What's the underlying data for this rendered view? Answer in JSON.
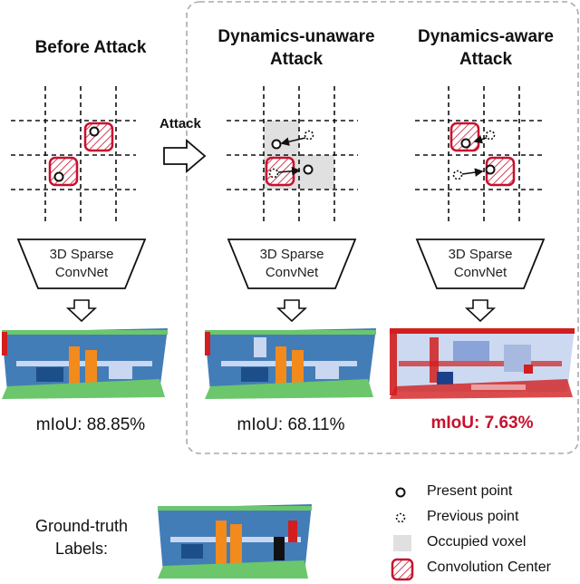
{
  "columns": [
    {
      "title_lines": [
        "Before Attack"
      ],
      "network_lines": [
        "3D Sparse",
        "ConvNet"
      ],
      "miou": "mIoU: 88.85%"
    },
    {
      "title_lines": [
        "Dynamics-unaware",
        "Attack"
      ],
      "network_lines": [
        "3D Sparse",
        "ConvNet"
      ],
      "miou": "mIoU: 68.11%"
    },
    {
      "title_lines": [
        "Dynamics-aware",
        "Attack"
      ],
      "network_lines": [
        "3D Sparse",
        "ConvNet"
      ],
      "miou": "mIoU: 7.63%"
    }
  ],
  "attack_arrow_label": "Attack",
  "ground_truth_label_lines": [
    "Ground-truth",
    "Labels:"
  ],
  "legend": [
    {
      "icon": "present-point-icon",
      "label": "Present point"
    },
    {
      "icon": "previous-point-icon",
      "label": "Previous point"
    },
    {
      "icon": "occupied-voxel-icon",
      "label": "Occupied voxel"
    },
    {
      "icon": "convolution-center-icon",
      "label": "Convolution Center"
    }
  ],
  "colors": {
    "highlight_red": "#c8102e",
    "occupied_voxel": "#e0e0e0",
    "dashed_frame": "#aaaaaa",
    "scene_blue": "#2f6fb0",
    "scene_orange": "#f28a1c",
    "scene_green": "#6cc66c",
    "scene_red": "#d21e1e",
    "scene_lightblue": "#c9d7f0"
  }
}
